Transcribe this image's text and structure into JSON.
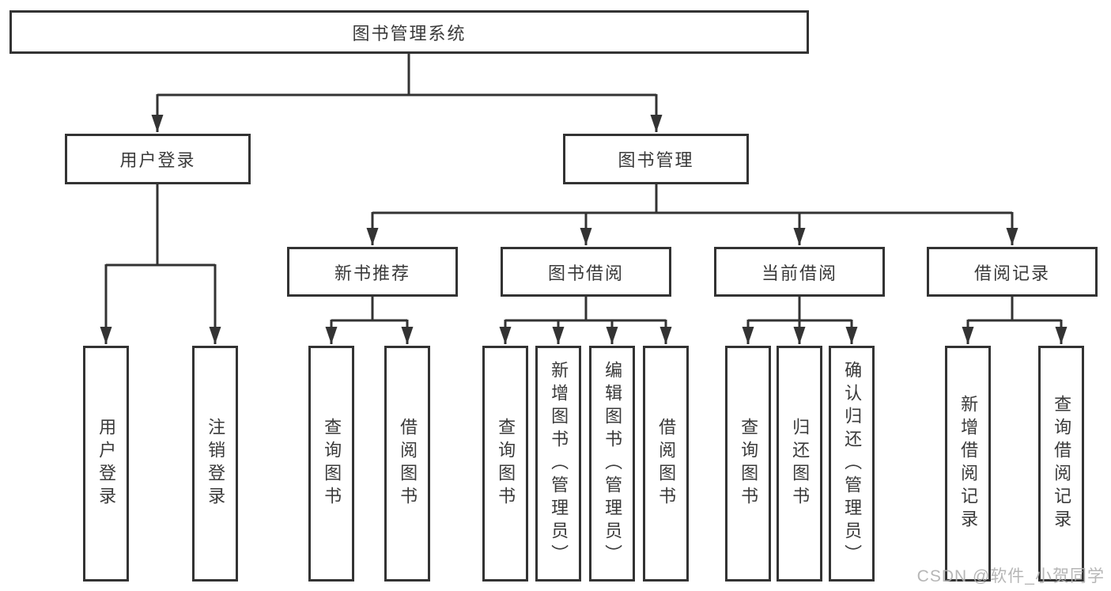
{
  "diagram": {
    "root": {
      "label": "图书管理系统",
      "children": [
        {
          "label": "用户登录",
          "children": [
            {
              "label": "用户登录"
            },
            {
              "label": "注销登录"
            }
          ]
        },
        {
          "label": "图书管理",
          "children": [
            {
              "label": "新书推荐",
              "children": [
                {
                  "label": "查询图书"
                },
                {
                  "label": "借阅图书"
                }
              ]
            },
            {
              "label": "图书借阅",
              "children": [
                {
                  "label": "查询图书"
                },
                {
                  "label": "新增图书（管理员）"
                },
                {
                  "label": "编辑图书（管理员）"
                },
                {
                  "label": "借阅图书"
                }
              ]
            },
            {
              "label": "当前借阅",
              "children": [
                {
                  "label": "查询图书"
                },
                {
                  "label": "归还图书"
                },
                {
                  "label": "确认归还（管理员）"
                }
              ]
            },
            {
              "label": "借阅记录",
              "children": [
                {
                  "label": "新增借阅记录"
                },
                {
                  "label": "查询借阅记录"
                }
              ]
            }
          ]
        }
      ]
    }
  },
  "watermark": {
    "text": "CSDN @软件_小贺同学"
  },
  "colors": {
    "line": "#333333",
    "text": "#3a3a3a",
    "watermark": "#b0b0b0",
    "background": "#ffffff"
  }
}
